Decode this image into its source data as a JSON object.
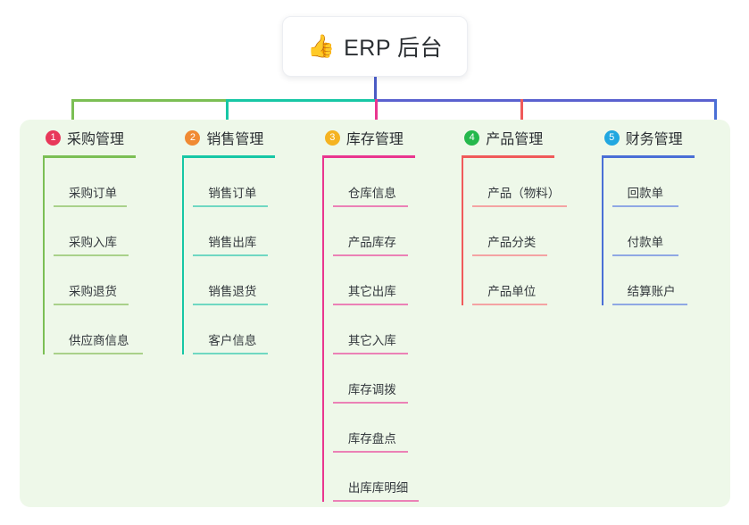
{
  "title": {
    "emoji": "👍",
    "icon_name": "thumbs-up-emoji",
    "text": "ERP 后台"
  },
  "panel": {
    "background_color": "#eef8e9"
  },
  "connector": {
    "stem_color": "#4a5bc4",
    "segments": [
      {
        "color": "#7bbf54"
      },
      {
        "color": "#17c7a5"
      },
      {
        "color": "#5a61cf"
      },
      {
        "color": "#5a61cf"
      }
    ]
  },
  "columns": [
    {
      "number": "1",
      "title": "采购管理",
      "badge_color": "#e8385a",
      "line_color": "#7bbf54",
      "item_line_color": "#a9d18a",
      "items": [
        {
          "label": "采购订单",
          "rule_width": 82
        },
        {
          "label": "采购入库",
          "rule_width": 84
        },
        {
          "label": "采购退货",
          "rule_width": 84
        },
        {
          "label": "供应商信息",
          "rule_width": 100
        }
      ]
    },
    {
      "number": "2",
      "title": "销售管理",
      "badge_color": "#f08a33",
      "line_color": "#17c7a5",
      "item_line_color": "#6fd8c2",
      "items": [
        {
          "label": "销售订单",
          "rule_width": 84
        },
        {
          "label": "销售出库",
          "rule_width": 84
        },
        {
          "label": "销售退货",
          "rule_width": 84
        },
        {
          "label": "客户信息",
          "rule_width": 84
        }
      ]
    },
    {
      "number": "3",
      "title": "库存管理",
      "badge_color": "#f5b321",
      "line_color": "#e9368f",
      "item_line_color": "#eb81b6",
      "items": [
        {
          "label": "仓库信息",
          "rule_width": 84
        },
        {
          "label": "产品库存",
          "rule_width": 84
        },
        {
          "label": "其它出库",
          "rule_width": 84
        },
        {
          "label": "其它入库",
          "rule_width": 84
        },
        {
          "label": "库存调拨",
          "rule_width": 84
        },
        {
          "label": "库存盘点",
          "rule_width": 84
        },
        {
          "label": "出库库明细",
          "rule_width": 96
        }
      ]
    },
    {
      "number": "4",
      "title": "产品管理",
      "badge_color": "#25b84c",
      "line_color": "#f05a5a",
      "item_line_color": "#f4a3a3",
      "items": [
        {
          "label": "产品（物料）",
          "rule_width": 106
        },
        {
          "label": "产品分类",
          "rule_width": 84
        },
        {
          "label": "产品单位",
          "rule_width": 84
        }
      ]
    },
    {
      "number": "5",
      "title": "财务管理",
      "badge_color": "#21a7e0",
      "line_color": "#4a6fd6",
      "item_line_color": "#8fa8e4",
      "items": [
        {
          "label": "回款单",
          "rule_width": 74
        },
        {
          "label": "付款单",
          "rule_width": 74
        },
        {
          "label": "结算账户",
          "rule_width": 84
        }
      ]
    }
  ]
}
